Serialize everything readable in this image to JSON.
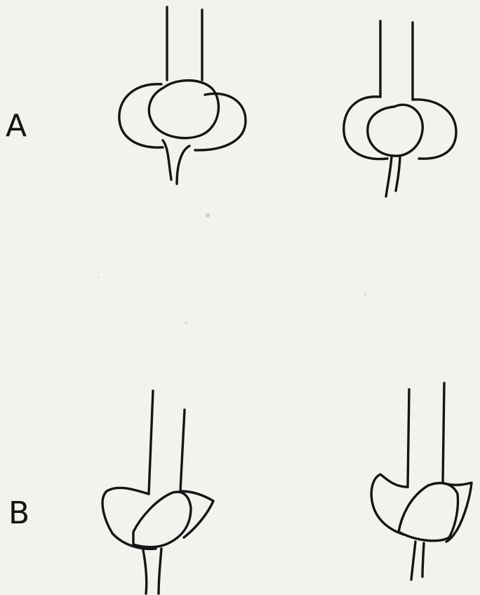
{
  "rows": [
    {
      "label": "A",
      "sketches": [
        "left-sketch",
        "right-sketch"
      ]
    },
    {
      "label": "B",
      "sketches": [
        "left-sketch",
        "right-sketch"
      ]
    }
  ],
  "colors": {
    "ink": "#151515",
    "paper": "#f3f2ee"
  }
}
